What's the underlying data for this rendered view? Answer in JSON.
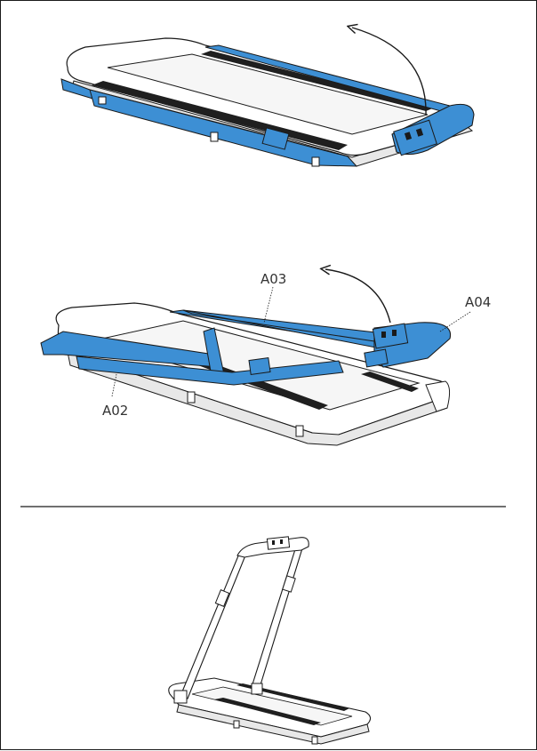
{
  "labels": {
    "a02": "A02",
    "a03": "A03",
    "a04": "A04"
  },
  "colors": {
    "frame_blue": "#3d8fd4",
    "outline": "#1a1a1a",
    "belt": "#1f1f1f",
    "background": "#ffffff"
  },
  "icons": [
    "rotation-arrow-icon"
  ]
}
